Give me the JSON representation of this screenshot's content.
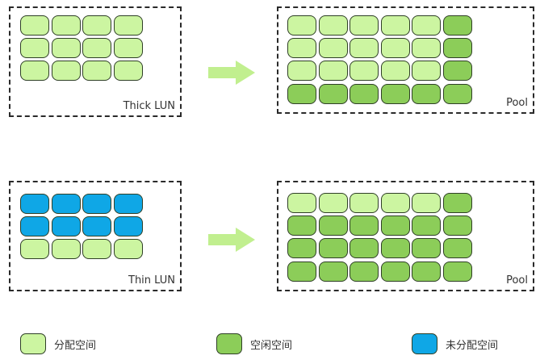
{
  "colors": {
    "allocated": "#ccf5a1",
    "free": "#8ccd59",
    "unallocated": "#0fa7e6",
    "arrow": "#c1ef8f"
  },
  "thick_lun": {
    "label": "Thick LUN",
    "rows": [
      [
        "allocated",
        "allocated",
        "allocated",
        "allocated"
      ],
      [
        "allocated",
        "allocated",
        "allocated",
        "allocated"
      ],
      [
        "allocated",
        "allocated",
        "allocated",
        "allocated"
      ]
    ]
  },
  "thick_pool": {
    "label": "Pool",
    "rows": [
      [
        "allocated",
        "allocated",
        "allocated",
        "allocated",
        "allocated",
        "free"
      ],
      [
        "allocated",
        "allocated",
        "allocated",
        "allocated",
        "allocated",
        "free"
      ],
      [
        "allocated",
        "allocated",
        "allocated",
        "allocated",
        "allocated",
        "free"
      ],
      [
        "free",
        "free",
        "free",
        "free",
        "free",
        "free"
      ]
    ]
  },
  "thin_lun": {
    "label": "Thin LUN",
    "rows": [
      [
        "unallocated",
        "unallocated",
        "unallocated",
        "unallocated"
      ],
      [
        "unallocated",
        "unallocated",
        "unallocated",
        "unallocated"
      ],
      [
        "allocated",
        "allocated",
        "allocated",
        "allocated"
      ]
    ]
  },
  "thin_pool": {
    "label": "Pool",
    "rows": [
      [
        "allocated",
        "allocated",
        "allocated",
        "allocated",
        "allocated",
        "free"
      ],
      [
        "free",
        "free",
        "free",
        "free",
        "free",
        "free"
      ],
      [
        "free",
        "free",
        "free",
        "free",
        "free",
        "free"
      ],
      [
        "free",
        "free",
        "free",
        "free",
        "free",
        "free"
      ]
    ]
  },
  "legend": [
    {
      "state": "allocated",
      "label": "分配空间"
    },
    {
      "state": "free",
      "label": "空闲空间"
    },
    {
      "state": "unallocated",
      "label": "未分配空间"
    }
  ]
}
